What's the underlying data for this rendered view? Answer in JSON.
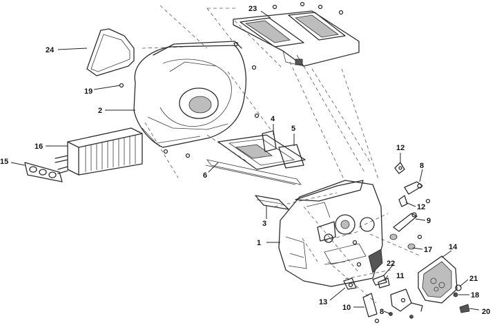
{
  "diagram": {
    "callouts": [
      "1",
      "2",
      "3",
      "4",
      "5",
      "6",
      "8",
      "9",
      "10",
      "11",
      "12",
      "13",
      "14",
      "15",
      "16",
      "17",
      "18",
      "19",
      "20",
      "21",
      "22",
      "23",
      "24"
    ],
    "part_number_labels": {
      "n1": "1",
      "n2": "2",
      "n3": "3",
      "n4": "4",
      "n5": "5",
      "n6": "6",
      "n8a": "8",
      "n8b": "8",
      "n9": "9",
      "n10": "10",
      "n11": "11",
      "n12a": "12",
      "n12b": "12",
      "n13": "13",
      "n14": "14",
      "n15": "15",
      "n16": "16",
      "n17": "17",
      "n18": "18",
      "n19": "19",
      "n20": "20",
      "n21": "21",
      "n22": "22",
      "n23": "23",
      "n24": "24"
    }
  }
}
